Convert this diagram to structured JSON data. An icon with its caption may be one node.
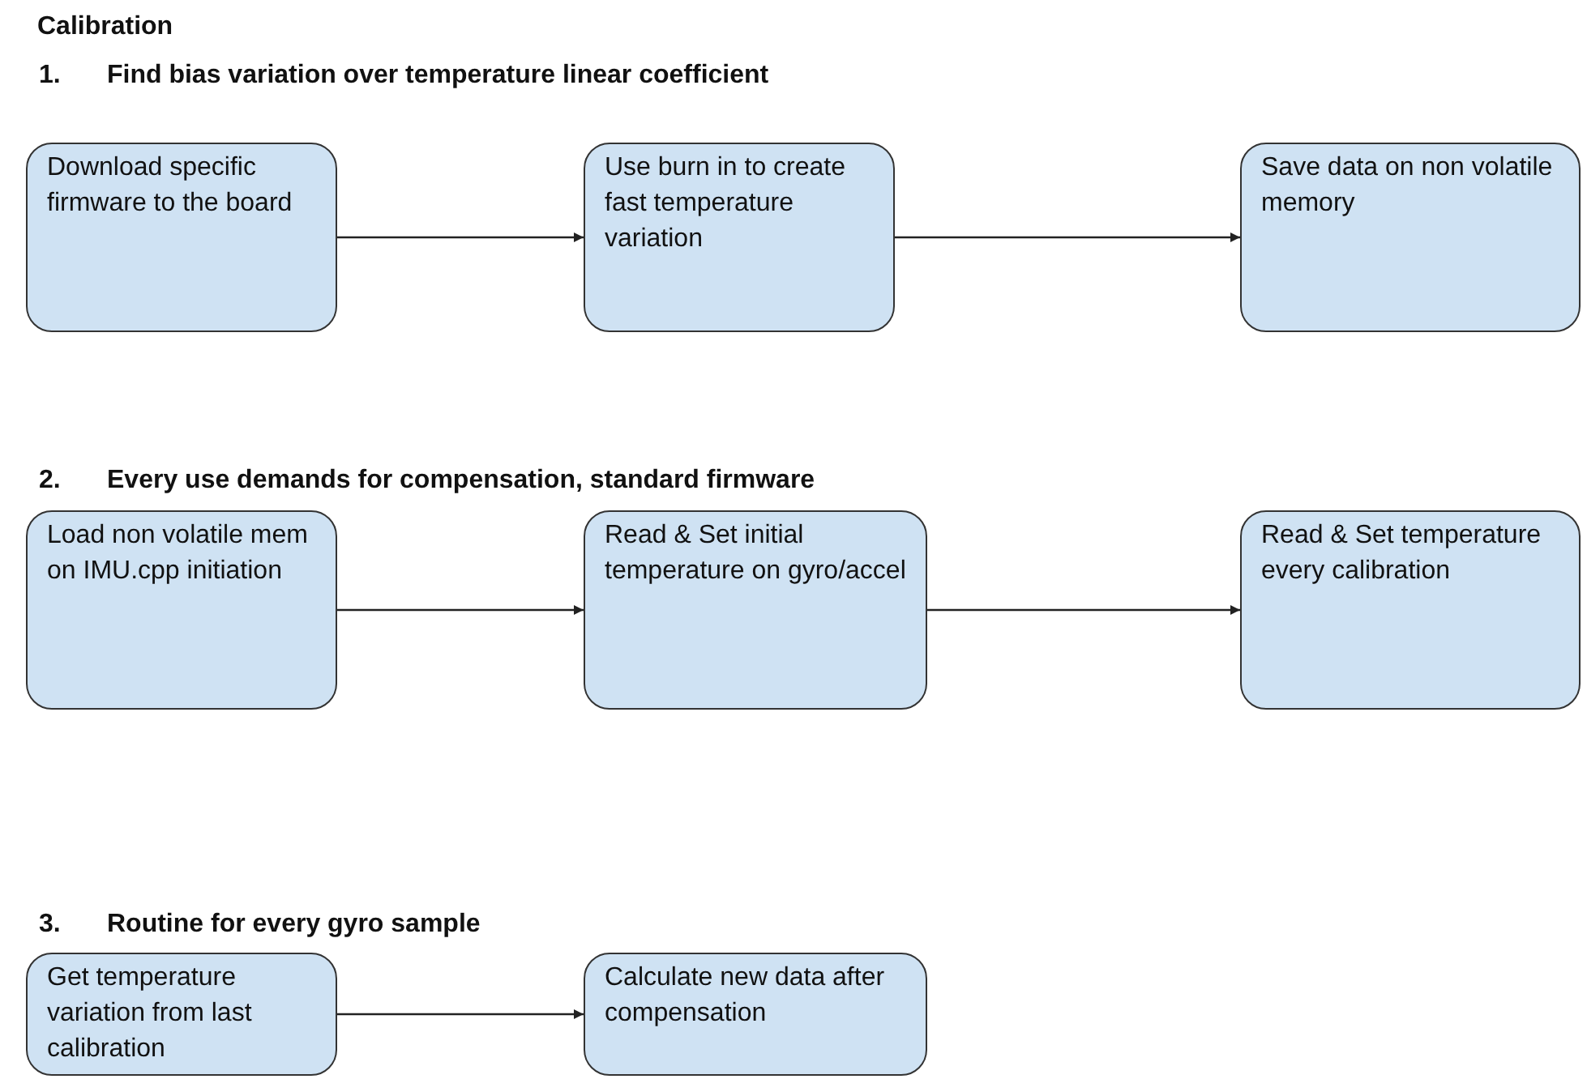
{
  "diagram": {
    "title": "Calibration",
    "nodes": [
      {
        "text": [
          "Download specific firmware to the board"
        ]
      },
      {
        "text": [
          "Use burn in to create fast temperature variation"
        ]
      },
      {
        "text": [
          "Save data on non volatile memory"
        ]
      },
      {
        "text": [
          "Load non volatile mem on IMU.cpp initiation"
        ]
      },
      {
        "text": [
          "Read & Set initial temperature on gyro/accel"
        ]
      },
      {
        "text": [
          "Read & Set temperature every calibration"
        ]
      },
      {
        "text": [
          "Get temperature variation from last calibration"
        ]
      },
      {
        "text": [
          "Calculate new data after compensation"
        ]
      }
    ],
    "edges": [
      {
        "from": 0,
        "to": 1,
        "arrow": "to"
      },
      {
        "from": 1,
        "to": 2,
        "arrow": "to"
      },
      {
        "from": 3,
        "to": 4,
        "arrow": "to"
      },
      {
        "from": 4,
        "to": 5,
        "arrow": "to"
      },
      {
        "from": 6,
        "to": 7,
        "arrow": "to"
      }
    ],
    "labels": [
      "1.",
      "Find bias variation over temperature linear coefficient",
      "2.",
      "Every use demands for compensation, standard firmware",
      "3.",
      "Routine for every gyro sample"
    ]
  }
}
